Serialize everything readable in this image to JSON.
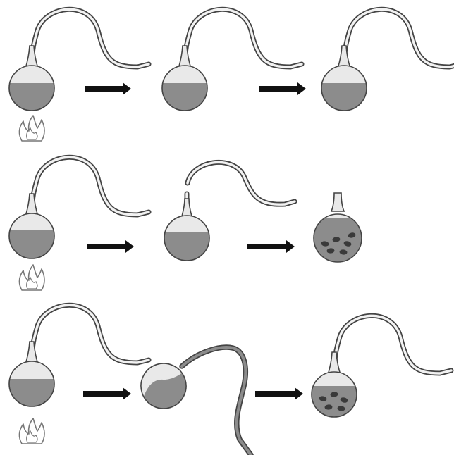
{
  "colors": {
    "background": "#ffffff",
    "outline": "#444444",
    "tube_fill": "#f2f2f2",
    "glass": "#e9e9e9",
    "liquid": "#8c8c8c",
    "arrow": "#111111",
    "particles": "#3a3a3a",
    "flame_fill": "#ffffff",
    "flame_stroke": "#777777"
  },
  "rows": [
    {
      "id": "row-1",
      "stages": [
        {
          "flask": "swan-neck",
          "liquid": "broth",
          "heated": true
        },
        {
          "flask": "swan-neck",
          "liquid": "broth",
          "heated": false
        },
        {
          "flask": "swan-neck",
          "liquid": "broth",
          "heated": false
        }
      ],
      "arrows": 2
    },
    {
      "id": "row-2",
      "stages": [
        {
          "flask": "swan-neck",
          "liquid": "broth",
          "heated": true
        },
        {
          "flask": "neck-broken",
          "liquid": "broth",
          "heated": false
        },
        {
          "flask": "short-neck",
          "liquid": "contaminated",
          "heated": false
        }
      ],
      "arrows": 2
    },
    {
      "id": "row-3",
      "stages": [
        {
          "flask": "swan-neck",
          "liquid": "broth",
          "heated": true
        },
        {
          "flask": "tilted",
          "liquid": "broth-in-neck",
          "heated": false
        },
        {
          "flask": "swan-neck",
          "liquid": "contaminated",
          "heated": false
        }
      ],
      "arrows": 2
    }
  ]
}
